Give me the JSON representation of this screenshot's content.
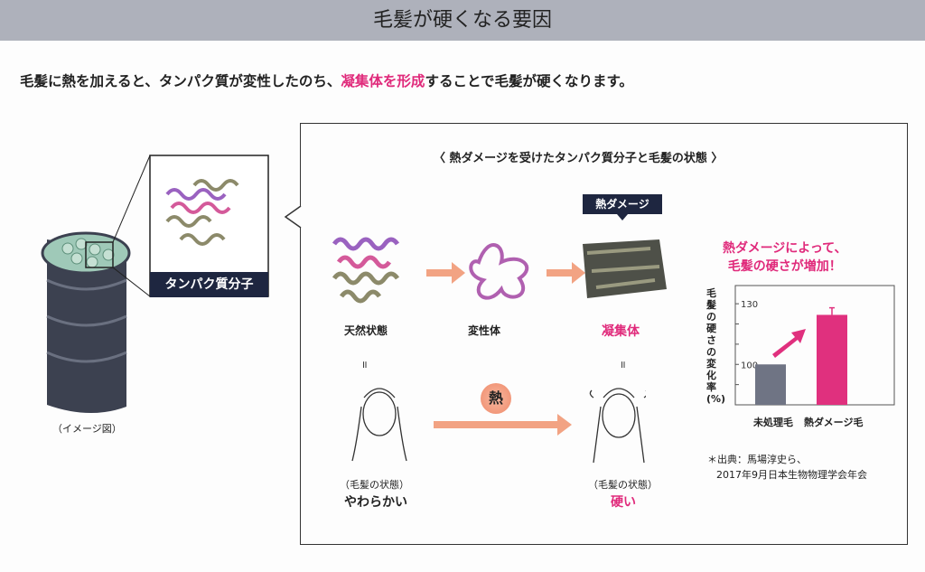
{
  "header": {
    "title": "毛髪が硬くなる要因"
  },
  "lead": {
    "before": "毛髪に熱を加えると、タンパク質が変性したのち、",
    "highlight": "凝集体を形成",
    "after": "することで毛髪が硬くなります。"
  },
  "left": {
    "protein_label": "タンパク質分子",
    "image_note": "（イメージ図）"
  },
  "panel": {
    "title": "〈 熱ダメージを受けたタンパク質分子と毛髪の状態 〉",
    "damage_tag": "熱ダメージ",
    "states": [
      "天然状態",
      "変性体",
      "凝集体"
    ],
    "equals": "॥",
    "heat": "熱",
    "hair_caption": "（毛髪の状態）",
    "soft": "やわらかい",
    "hard": "硬い"
  },
  "chart_data": {
    "type": "bar",
    "title": [
      "熱ダメージによって、",
      "毛髪の硬さが増加！"
    ],
    "categories": [
      "未処理毛",
      "熱ダメージ毛"
    ],
    "values": [
      100,
      124.5
    ],
    "errors": [
      0,
      3.5
    ],
    "ylabel": "毛髪の硬さの変化率(%)",
    "yticks": [
      100,
      130
    ],
    "ylim": [
      80,
      139
    ],
    "colors": [
      "#6f7484",
      "#e0307e"
    ]
  },
  "source": {
    "line1": "＊出典：馬場淳史ら、",
    "line2": "2017年9月日本生物物理学会年会"
  }
}
